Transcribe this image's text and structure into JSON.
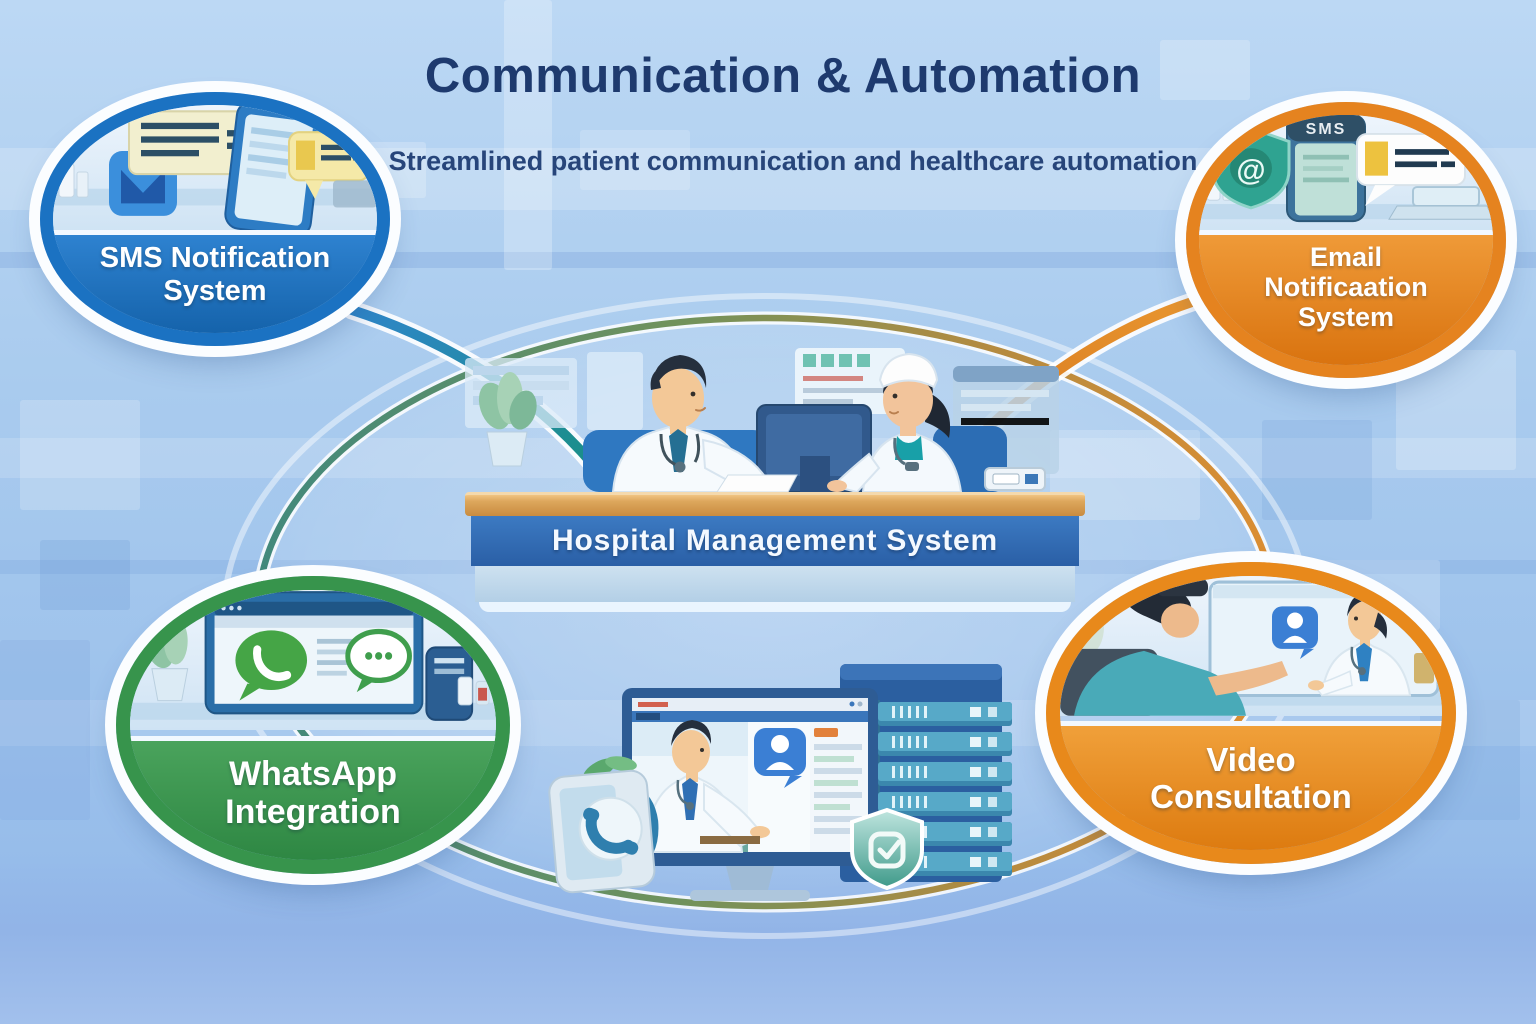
{
  "header": {
    "title": "Communication & Automation",
    "subtitle": "Streamlined patient communication and healthcare automation"
  },
  "center": {
    "banner": "Hospital Management System"
  },
  "nodes": {
    "sms": {
      "lines": [
        "SMS Notification",
        "System"
      ],
      "ring_color": "#1b72c2",
      "band_color": "#1e6cb4"
    },
    "email": {
      "lines": [
        "Email",
        "Notificaation",
        "System"
      ],
      "ring_color": "#e5831f",
      "band_color": "#e07d17",
      "phone_label": "SMS"
    },
    "whatsapp": {
      "lines": [
        "WhatsApp",
        "Integration"
      ],
      "ring_color": "#37944c",
      "band_color": "#3d9b52"
    },
    "video": {
      "lines": [
        "Video",
        "Consultation"
      ],
      "ring_color": "#e8891b",
      "band_color": "#e58a1c"
    }
  },
  "glyphs": {
    "at": "@"
  },
  "colors": {
    "title_text": "#1e3a6e",
    "background_base": "#a9cbee",
    "banner_background": "#2f6cb4",
    "desk_wood": "#d89a4d",
    "connector_teal": "#1d8a83",
    "connector_orange": "#e0801c",
    "ring_white": "#ffffff"
  },
  "icons": {
    "sms_node": [
      "mail-icon",
      "message-card-icon",
      "smartphone-icon",
      "chat-check-icon"
    ],
    "email_node": [
      "at-shield-icon",
      "sms-phone-icon",
      "message-check-icon",
      "laptop-icon"
    ],
    "whatsapp_node": [
      "whatsapp-call-bubble-icon",
      "chat-dots-bubble-icon",
      "desktop-monitor-icon",
      "smartphone-icon"
    ],
    "video_node": [
      "avatar-chat-icon",
      "patient-figure",
      "doctor-on-screen-figure"
    ],
    "bottom_scene": [
      "phone-handset-icon",
      "telehealth-monitor-icon",
      "avatar-chat-icon",
      "server-rack-icon",
      "security-shield-check-icon"
    ]
  }
}
